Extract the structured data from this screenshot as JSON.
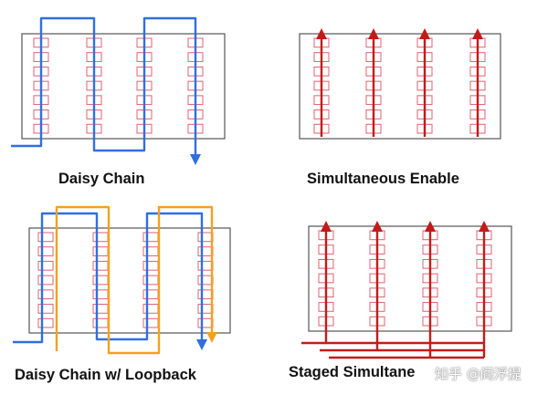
{
  "captions": {
    "daisy_chain": "Daisy Chain",
    "simultaneous_enable": "Simultaneous Enable",
    "daisy_chain_loopback": "Daisy Chain w/ Loopback",
    "staged_simultaneous": "Staged Simultane"
  },
  "watermark": "知乎 @阎浮提",
  "colors": {
    "chain_blue": "#2f6fe0",
    "loopback_orange": "#f5a01e",
    "enable_red": "#c41a1a",
    "element_outline": "#e06070",
    "frame": "#555555"
  },
  "panels": [
    {
      "id": "daisy-chain",
      "columns": 4,
      "pattern": "daisy-chain"
    },
    {
      "id": "simultaneous-enable",
      "columns": 4,
      "pattern": "parallel"
    },
    {
      "id": "daisy-chain-loopback",
      "columns": 4,
      "pattern": "daisy-loopback"
    },
    {
      "id": "staged-simultaneous",
      "columns": 4,
      "pattern": "staged-parallel"
    }
  ]
}
